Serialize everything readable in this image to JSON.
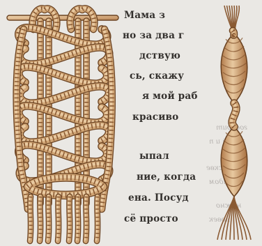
{
  "illustration": {
    "subject": "Макраме — плетение шнуров",
    "left_figure": "square-knot-panel",
    "right_figure": "twisted-knot-cord",
    "colors": {
      "paper": "#eae8e4",
      "cord_light": "#e8c9a0",
      "cord_mid": "#d1a676",
      "cord_dark": "#8a5a33",
      "cord_outline": "#6b4322",
      "ink": "#33302d"
    }
  },
  "background_text": {
    "lines": [
      "Мама з",
      "но за два г",
      "дствую",
      "сь, скажу",
      "я мой раб",
      "красиво",
      "ыпал",
      "ние, когда",
      "ена. Посуд",
      "сё просто"
    ],
    "bleed": [
      "говорит",
      "к ней и п",
      "в Москве",
      "а рядом",
      "нужно",
      "ловек"
    ]
  }
}
